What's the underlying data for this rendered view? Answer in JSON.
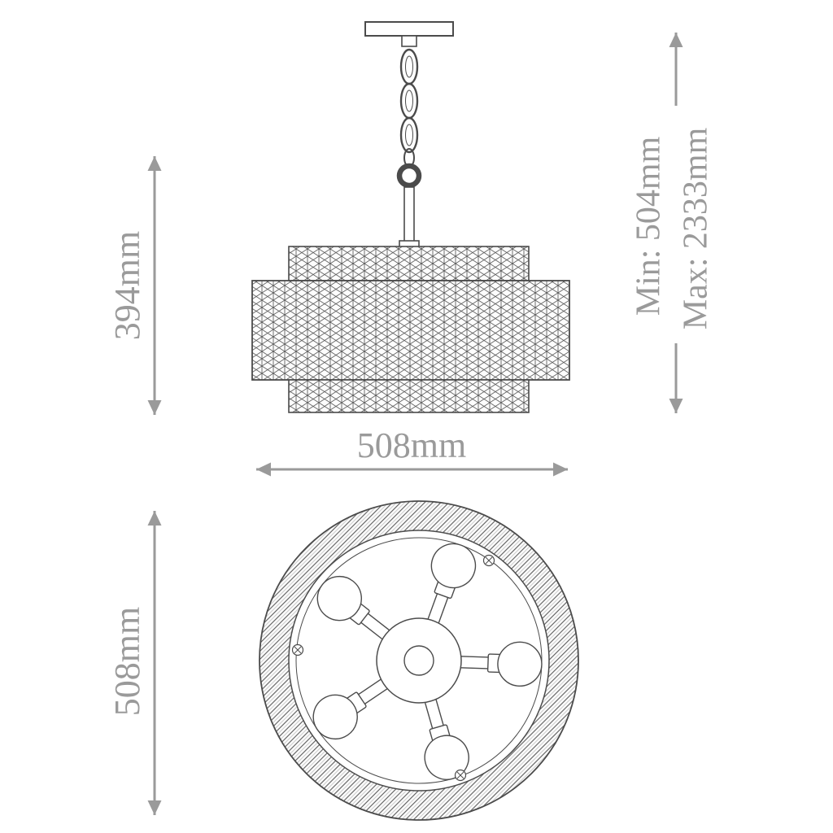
{
  "diagram": {
    "subject": "drum-pendant-light-dimension-drawing",
    "labels": {
      "shade_height": "394mm",
      "shade_width": "508mm",
      "plan_diameter": "508mm",
      "min_drop": "Min: 504mm",
      "max_drop": "Max: 2333mm"
    },
    "colors": {
      "line": "#4b4b4b",
      "dimension": "#9a9a9a",
      "background": "#ffffff"
    }
  }
}
